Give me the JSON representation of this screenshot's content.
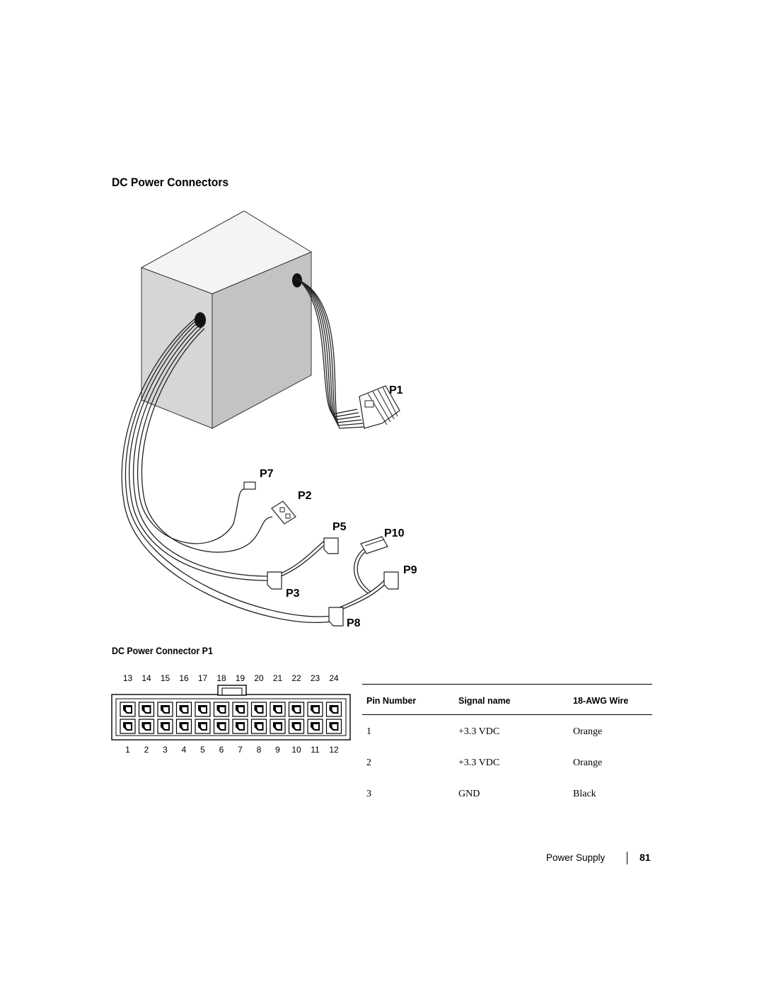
{
  "section_title": "DC Power Connectors",
  "diagram": {
    "connectors": [
      "P1",
      "P7",
      "P2",
      "P5",
      "P10",
      "P9",
      "P3",
      "P8"
    ]
  },
  "subsection_title": "DC Power Connector P1",
  "pinout": {
    "top_row": [
      "13",
      "14",
      "15",
      "16",
      "17",
      "18",
      "19",
      "20",
      "21",
      "22",
      "23",
      "24"
    ],
    "bottom_row": [
      "1",
      "2",
      "3",
      "4",
      "5",
      "6",
      "7",
      "8",
      "9",
      "10",
      "11",
      "12"
    ]
  },
  "table": {
    "headers": [
      "Pin Number",
      "Signal name",
      "18-AWG Wire"
    ],
    "rows": [
      [
        "1",
        "+3.3 VDC",
        "Orange"
      ],
      [
        "2",
        "+3.3 VDC",
        "Orange"
      ],
      [
        "3",
        "GND",
        "Black"
      ]
    ]
  },
  "footer": {
    "section": "Power Supply",
    "page_number": "81"
  }
}
